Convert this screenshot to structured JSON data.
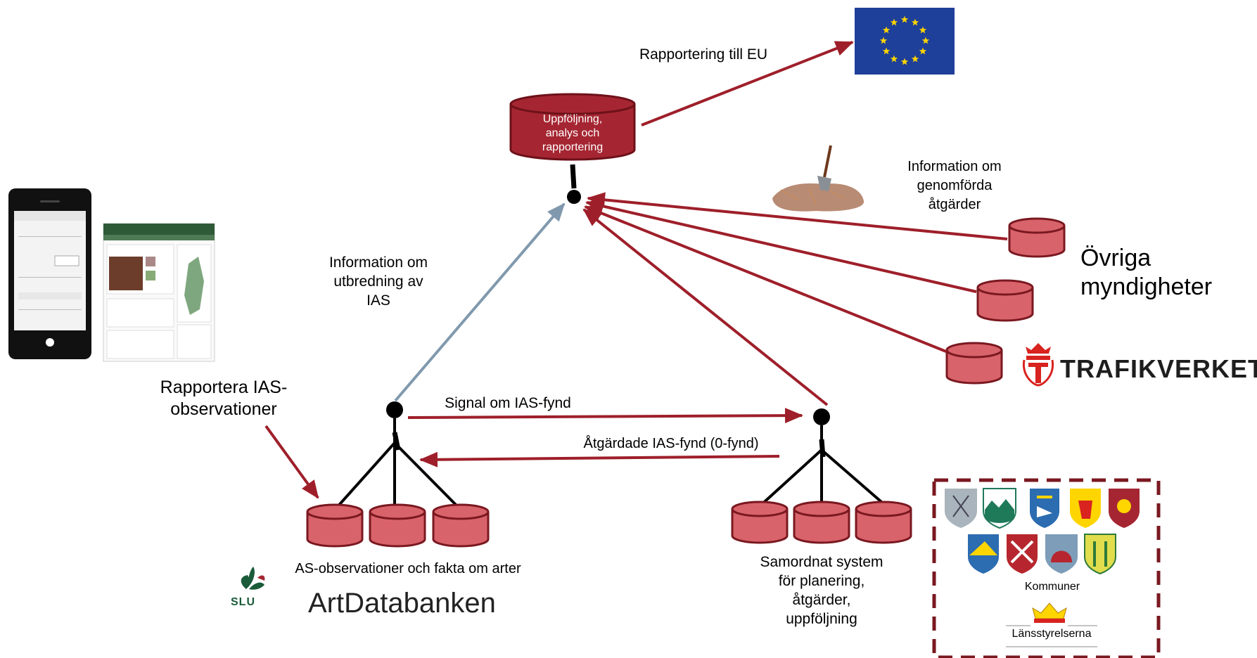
{
  "labels": {
    "eu_reporting": "Rapportering till EU",
    "central_db": "Uppföljning,\nanalys och\nrapportering",
    "actions_info": "Information om\ngenomförda\nåtgärder",
    "other_authorities": "Övriga\nmyndigheter",
    "trafikverket": "TRAFIKVERKET",
    "distribution_info": "Information om\nutbredning av\nIAS",
    "report_obs": "Rapportera IAS-\nobservationer",
    "signal": "Signal om IAS-fynd",
    "fixed": "Åtgärdade IAS-fynd (0-fynd)",
    "as_obs": "AS-observationer och fakta om arter",
    "artdatabanken": "ArtDatabanken",
    "slu": "SLU",
    "coordinated": "Samordnat system\nför planering,\nåtgärder,\nuppföljning",
    "municipalities": "Kommuner",
    "county_boards": "Länsstyrelserna"
  },
  "colors": {
    "db_fill": "#d9636b",
    "db_dark": "#a52632",
    "arrow_red": "#9e1f2a",
    "arrow_blue": "#8099ae",
    "eu_blue": "#1e3f9a",
    "eu_star": "#ffd500",
    "tv_red": "#d8231f"
  },
  "icons": [
    "phone-icon",
    "web-portal-icon",
    "eu-flag-icon",
    "shovel-icon",
    "trafikverket-crown-icon",
    "slu-logo-icon",
    "coat-of-arms-icon",
    "crown-icon"
  ]
}
